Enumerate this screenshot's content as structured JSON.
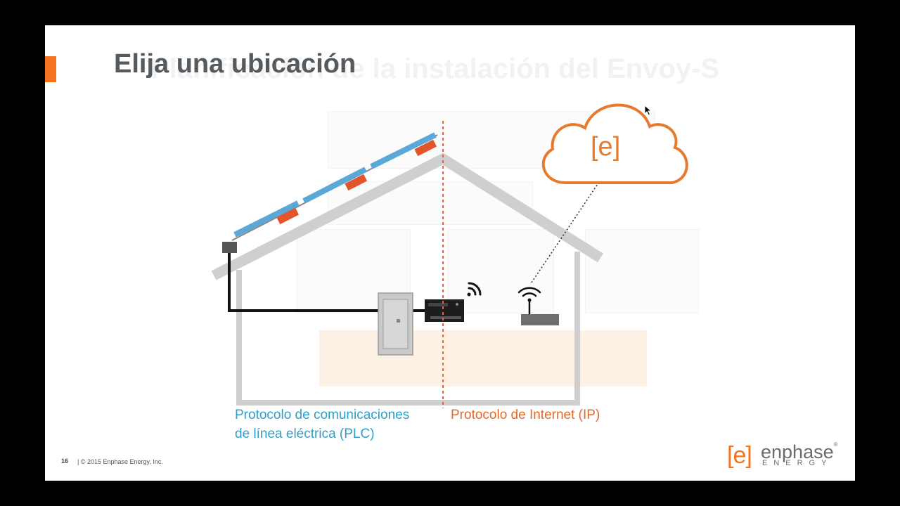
{
  "slide": {
    "title": "Elija una ubicación",
    "ghost_title": "Planificación de la instalación del Envoy-S",
    "page_number": "16",
    "copyright": "| © 2015 Enphase Energy, Inc.",
    "accent_color": "#f37321"
  },
  "diagram": {
    "cloud_label": "[e]",
    "legend_plc": {
      "line1": "Protocolo de comunicaciones",
      "line2": "de línea eléctrica (PLC)",
      "color": "#2f9fc9"
    },
    "legend_ip": {
      "line1": "Protocolo de Internet (IP)",
      "color": "#e06a2b"
    },
    "icons": [
      "solar-panel-icon",
      "microinverter-icon",
      "junction-box-icon",
      "breaker-panel-icon",
      "envoy-gateway-icon",
      "wireless-signal-icon",
      "wifi-router-icon",
      "cloud-icon"
    ]
  },
  "logo": {
    "mark": "[e]",
    "name": "enphase",
    "registered": "®",
    "sub": "ENERGY"
  }
}
